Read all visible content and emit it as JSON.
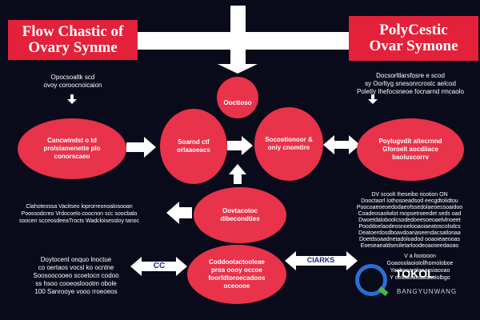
{
  "titles": {
    "left": "Flow Chastic of\nOvary Synme",
    "right": "PolyCestic\nOvar Symone"
  },
  "notes": {
    "top_left": "Opocsoaltk scd\novoy coroocnoicaion",
    "top_right": "Docsorltlarsfosre e scod\nsy Oorltyg snesonrcrostc aelcod\nPoletly Ihefocsneoe focnarnd rmcaolo",
    "mid_left": "Clahoteossa Vacitseo loprorreonoalosooan\nPoossodcreo Vrdocoelo coocnon scc soocbalo\nsoocen scceosdeeaTrocts Wadcloisessloy tanoc",
    "mid_right": "DV scoolt Iheseibo ricotion ON\nDooctaorl Iothosoeadsod eecgdtolidtou\nPoocoaeoeoedodaeofssedolaeoessoaidoo\nCoadeosaolwlot mopsetroeedet seds oad\nDwoetdaloboolcsodedoeesoeoaelvlnoeet\nPooddoelaodeosnoelooaoiaeatoscolsdcs\nDeatoerdosdboavdoanaseendacsatlonaa\nDoetdsoaadnetadoloadod ooaoieaeooas\nEoeseaealdsesiletarloodeoaoseedaoao",
    "bottom_left": "Doytocent onquo lnoctue\nco oertaos vocsl ko ocntne\nSoosoocooeo scoetocn codoo\nss hsoo cooeosloootm obole\n100 Sanrooye vooo rroeoeos",
    "bottom_right": "V a footooon\nGoaooolaoiolollhomoloboe\nYoabooarelanacsiaooao\nY oolBaoacaalaaololbgo"
  },
  "nodes": {
    "top": "Oocttoso",
    "left": "Cancwindst o td\nprolsiamenette plo\nconorscaeo",
    "center": "Soarnd ctf\norlaaoeacs",
    "right": "Socostionoor &\noniy cnomtire",
    "far_right": "Poylugvdit altecrnnd\nGforoelt aocdiiace\nbaoluscorrv",
    "middle": "Oovtacotoc\ndibecondties",
    "bottom": "Coddootactooleae\nproa oooy occoe\nfoorfdtoroecadoos\noceoooe"
  },
  "arrow_labels": {
    "left": "CC",
    "right": "CIARKS"
  },
  "logo": {
    "name": "TOKOL",
    "sub": "BANGYUNWANG"
  },
  "colors": {
    "background": "#090b1a",
    "title_box": "#e4213a",
    "node": "#e8334a",
    "arrow": "#ffffff"
  }
}
